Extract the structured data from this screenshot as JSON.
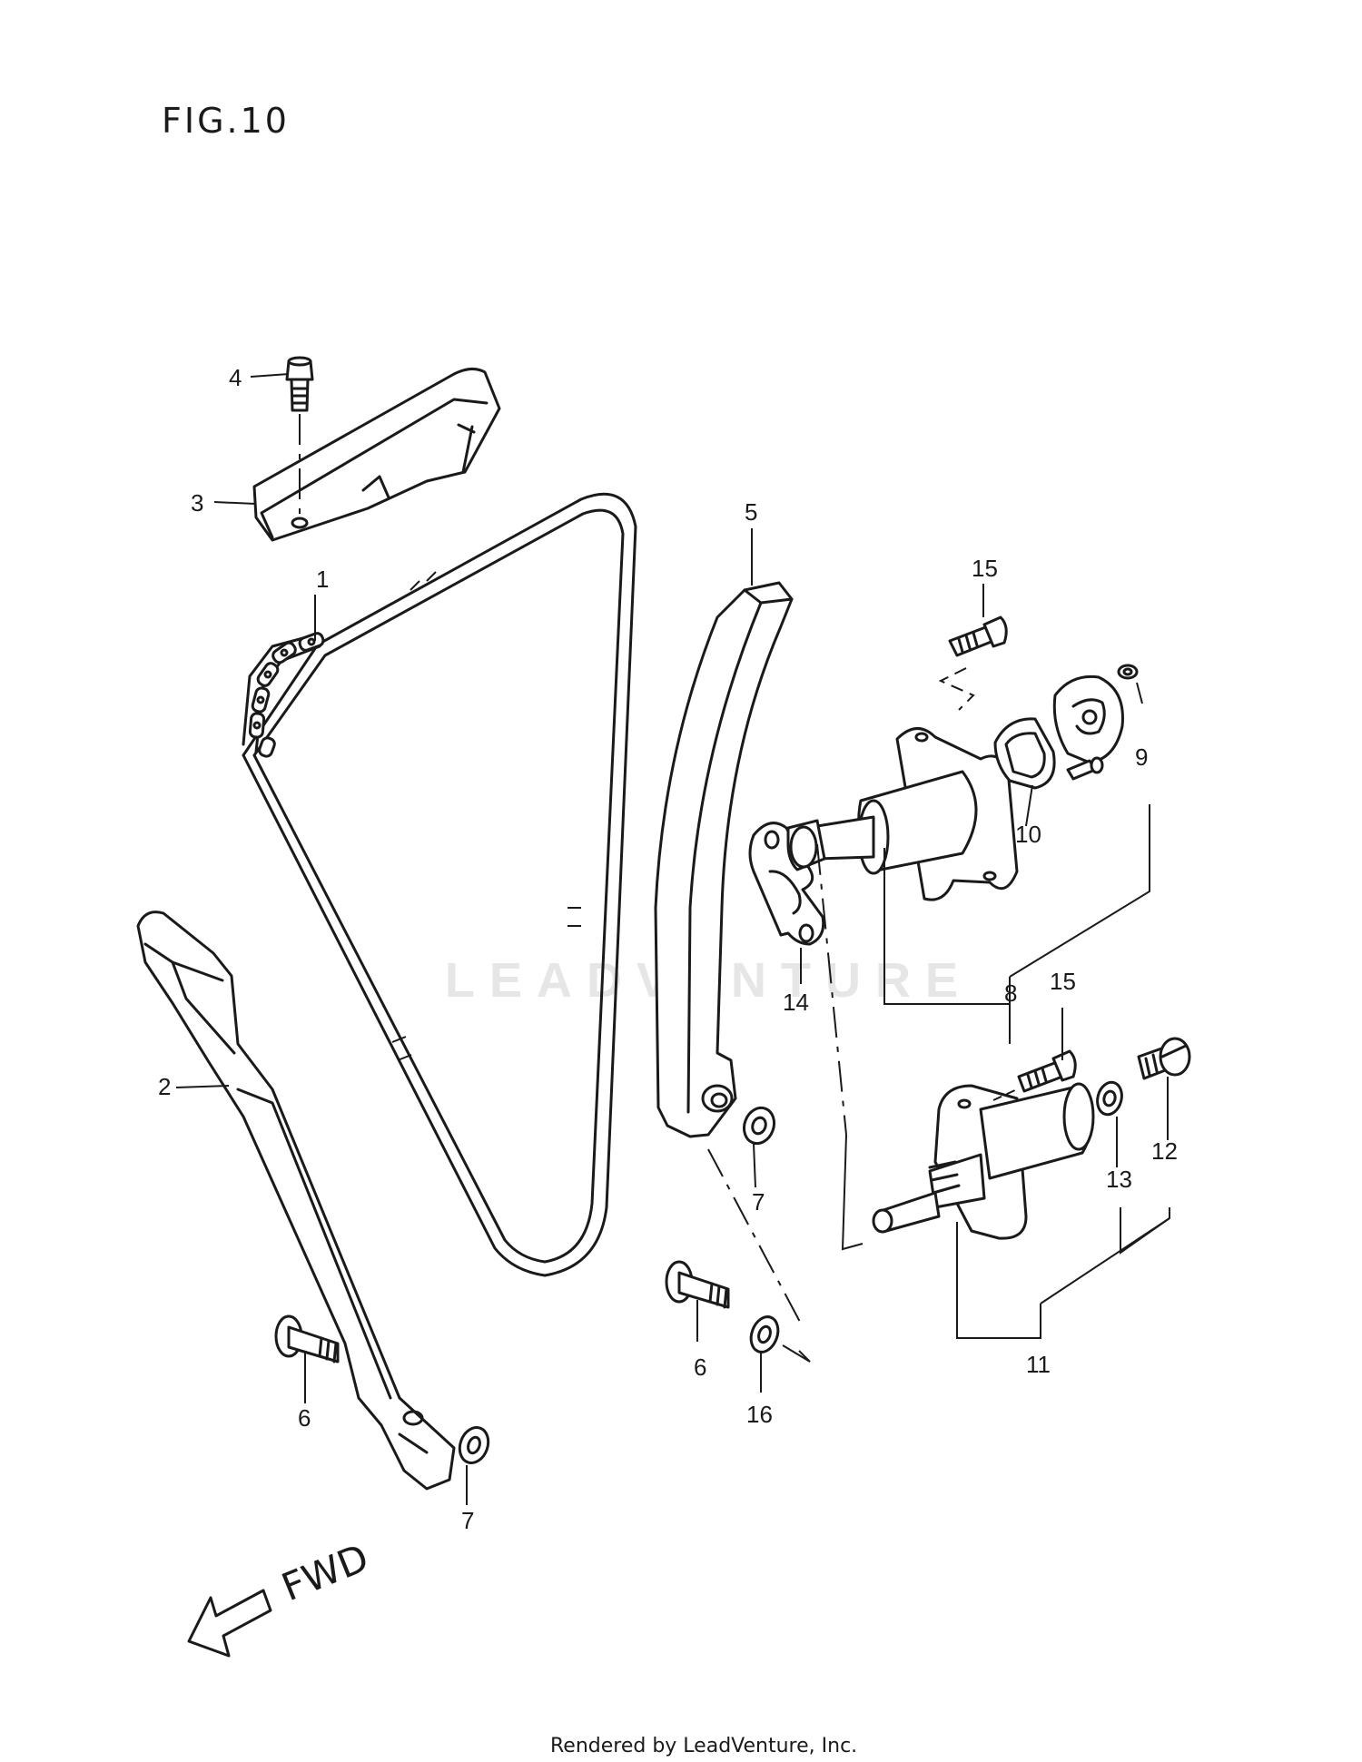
{
  "figure": {
    "title": "FIG.10",
    "watermark": "LEADVENTURE",
    "direction_label": "FWD",
    "footer": "Rendered by LeadVenture, Inc."
  },
  "callouts": [
    "1",
    "2",
    "3",
    "4",
    "5",
    "6",
    "6",
    "7",
    "7",
    "8",
    "9",
    "10",
    "11",
    "12",
    "13",
    "14",
    "15",
    "15",
    "16"
  ]
}
